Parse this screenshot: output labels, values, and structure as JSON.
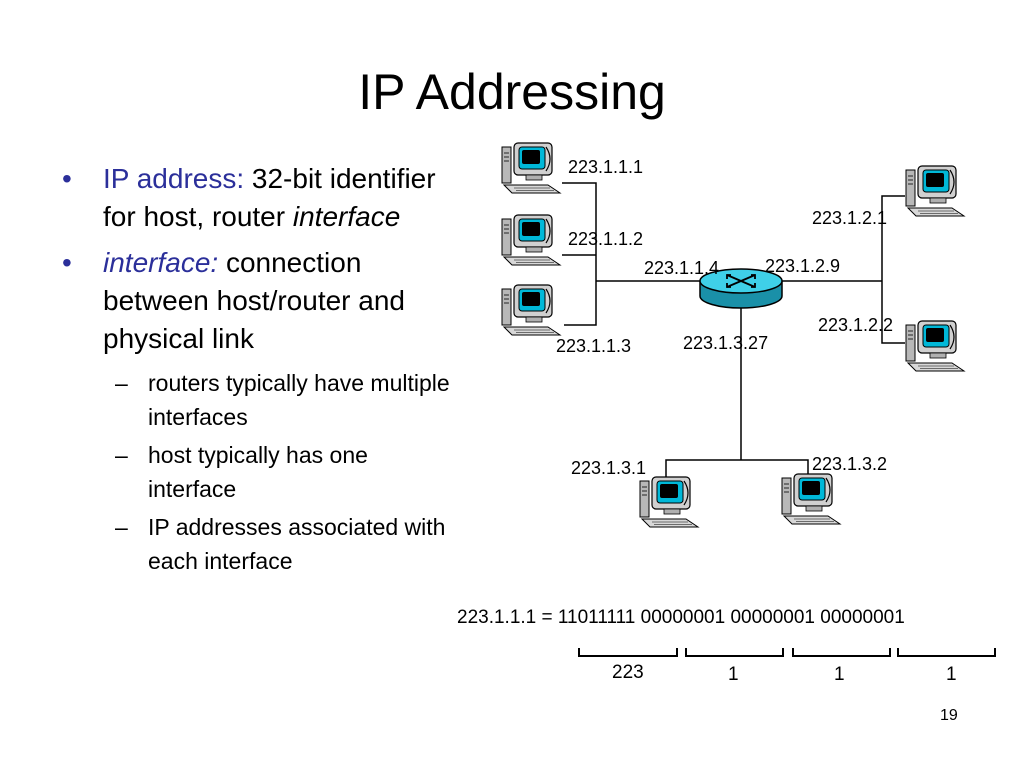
{
  "title": "IP Addressing",
  "bullets": {
    "b1": {
      "term": "IP address:",
      "text1": " 32-bit identifier for host, router ",
      "italic": "interface"
    },
    "b2": {
      "term": "interface:",
      "text1": " connection between host/router and physical link"
    },
    "sub": [
      "routers typically have multiple interfaces",
      "host typically has one interface",
      "IP addresses associated with each interface"
    ]
  },
  "diagram": {
    "hosts": [
      "223.1.1.1",
      "223.1.1.2",
      "223.1.1.3",
      "223.1.2.1",
      "223.1.2.2",
      "223.1.3.1",
      "223.1.3.2"
    ],
    "router_interfaces": [
      "223.1.1.4",
      "223.1.2.9",
      "223.1.3.27"
    ],
    "binary": {
      "line": "223.1.1.1 = 11011111 00000001 00000001 00000001",
      "groups": [
        "223",
        "1",
        "1",
        "1"
      ]
    }
  },
  "slide_number": "19"
}
